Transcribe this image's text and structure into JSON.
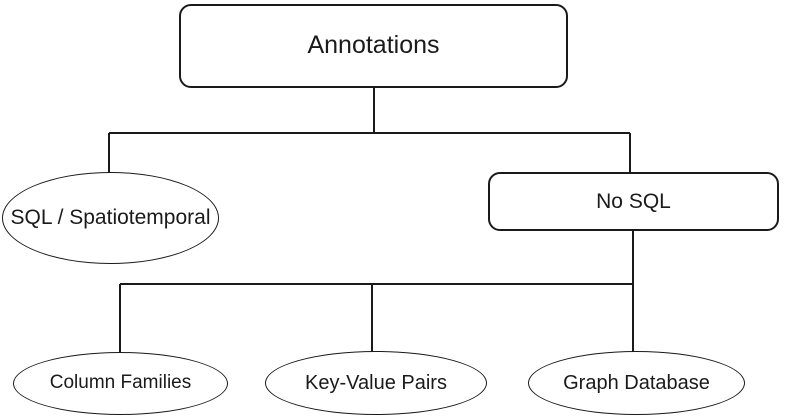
{
  "diagram": {
    "type": "tree",
    "background_color": "#ffffff",
    "stroke_color": "#1a1a1a",
    "nodes": {
      "annotations": {
        "label": "Annotations",
        "shape": "rounded-rectangle",
        "level": 1
      },
      "sql_spatiotemporal": {
        "label": "SQL / Spatiotemporal",
        "shape": "ellipse",
        "level": 2
      },
      "nosql": {
        "label": "No SQL",
        "shape": "rounded-rectangle",
        "level": 2
      },
      "column_families": {
        "label": "Column Families",
        "shape": "ellipse",
        "level": 3
      },
      "key_value_pairs": {
        "label": "Key-Value Pairs",
        "shape": "ellipse",
        "level": 3
      },
      "graph_database": {
        "label": "Graph Database",
        "shape": "ellipse",
        "level": 3
      }
    },
    "edges": [
      {
        "from": "Annotations",
        "to": "SQL / Spatiotemporal"
      },
      {
        "from": "Annotations",
        "to": "No SQL"
      },
      {
        "from": "No SQL",
        "to": "Column Families"
      },
      {
        "from": "No SQL",
        "to": "Key-Value Pairs"
      },
      {
        "from": "No SQL",
        "to": "Graph Database"
      }
    ]
  }
}
